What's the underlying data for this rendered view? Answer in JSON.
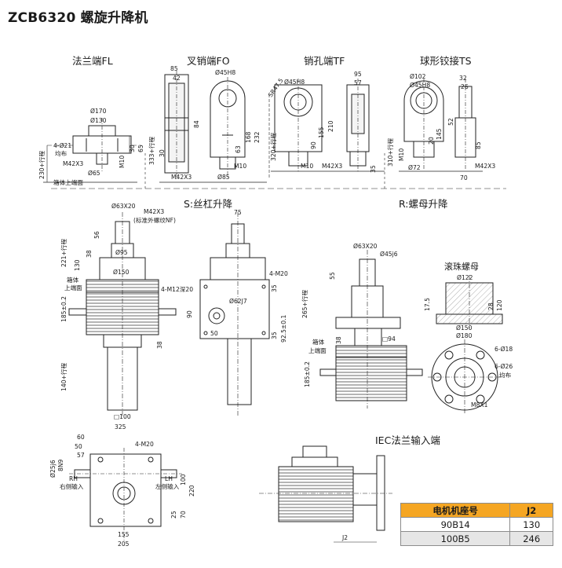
{
  "title": "ZCB6320 螺旋升降机",
  "views": {
    "fl": "法兰端FL",
    "fo": "叉销端FO",
    "tf": "销孔端TF",
    "ts": "球形铰接TS",
    "s": "S:丝杠升降",
    "r": "R:螺母升降",
    "ballnut": "滚珠螺母",
    "iec": "IEC法兰输入端"
  },
  "dims": {
    "fl_d170": "Ø170",
    "fl_d130": "Ø130",
    "fl_4d21": "4-Ø21",
    "fl_junbu": "均布",
    "fl_m42": "M42X3",
    "fl_d65": "Ø65",
    "fl_m10": "M10",
    "fl_30": "30",
    "fl_65": "65",
    "fl_230": "230+行程",
    "fl_box": "箱体上端面",
    "fo_85": "85",
    "fo_42": "42",
    "fo_d45": "Ø45H8",
    "fo_84": "84",
    "fo_168": "168",
    "fo_232": "232",
    "fo_63": "63",
    "fo_30": "30",
    "fo_333": "333+行程",
    "fo_m42": "M42X3",
    "fo_d85": "Ø85",
    "fo_m10": "M10",
    "tf_sr": "SR47.5",
    "tf_d45": "Ø45H8",
    "tf_95": "95",
    "tf_57": "57",
    "tf_210": "210",
    "tf_155": "155",
    "tf_90": "90",
    "tf_35": "35",
    "tf_320": "320+行程",
    "tf_m10": "M10",
    "tf_m42": "M42X3",
    "ts_d102": "Ø102",
    "ts_d45": "Ø45H8",
    "ts_32": "32",
    "ts_26": "26",
    "ts_52": "52",
    "ts_145": "145",
    "ts_20": "20",
    "ts_85": "85",
    "ts_310": "310+行程",
    "ts_m10": "M10",
    "ts_d72": "Ø72",
    "ts_70": "70",
    "ts_m42": "M42X3",
    "s_d63": "Ø63X20",
    "s_m42": "M42X3",
    "s_nf": "(标准外螺纹NF)",
    "s_56": "56",
    "s_38": "38",
    "s_d95": "Ø95",
    "s_130": "130",
    "s_221": "221+行程",
    "s_d150": "Ø150",
    "s_box1": "箱体",
    "s_box2": "上端面",
    "s_185": "185±0.2",
    "s_38b": "38",
    "s_140": "140+行程",
    "s_sq100": "□100",
    "s2_75": "75",
    "s2_4m20": "4-M20",
    "s2_4m12": "4-M12深20",
    "s2_d62": "Ø62J7",
    "s2_90": "90",
    "s2_50": "50",
    "s2_35a": "35",
    "s2_35b": "35",
    "s2_925": "92.5±0.1",
    "r_d63": "Ø63X20",
    "r_d45": "Ø45j6",
    "r_55": "55",
    "r_265": "265+行程",
    "r_box1": "箱体",
    "r_box2": "上端面",
    "r_38": "38",
    "r_sq94": "□94",
    "r_185": "185±0.2",
    "bn_d122": "Ø122",
    "bn_175": "17.5",
    "bn_28": "28",
    "bn_120": "120",
    "bn_d150": "Ø150",
    "bn_d180": "Ø180",
    "bn_6d18": "6-Ø18",
    "bn_6d26": "6-Ø26",
    "bn_junbu": "均布",
    "bn_m8": "M8X1",
    "t_325": "325",
    "t_60": "60",
    "t_50": "50",
    "t_57": "57",
    "t_4m20": "4-M20",
    "t_d25": "Ø25j6",
    "t_8n9": "8N9",
    "t_rh": "RH",
    "t_rh_cn": "右侧输入",
    "t_lh": "LH",
    "t_lh_cn": "左侧输入",
    "t_100": "100",
    "t_220": "220",
    "t_25": "25",
    "t_70": "70",
    "t_155": "155",
    "t_205": "205",
    "iec_j2": "J2"
  },
  "table": {
    "header": [
      "电机机座号",
      "J2"
    ],
    "rows": [
      [
        "90B14",
        "130"
      ],
      [
        "100B5",
        "246"
      ]
    ]
  },
  "colors": {
    "header_bg": "#f5a623",
    "row_alt_bg": "#e6e6e6",
    "line": "#222222"
  }
}
